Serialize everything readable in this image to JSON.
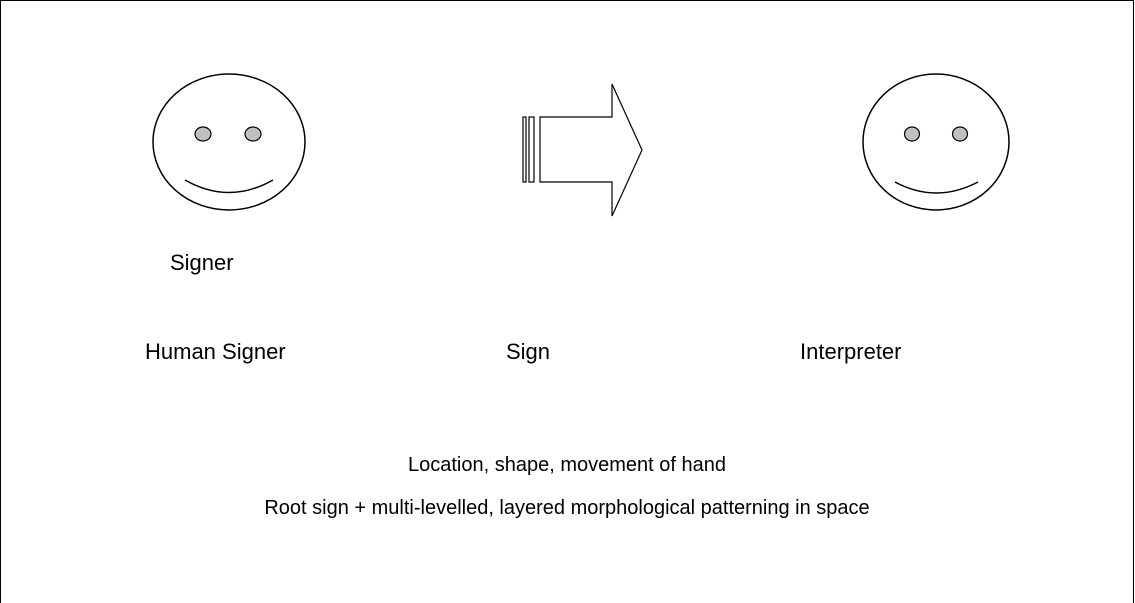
{
  "labels": {
    "signer": "Signer",
    "human_signer": "Human Signer",
    "sign": "Sign",
    "interpreter": "Interpreter"
  },
  "captions": {
    "line1": "Location, shape, movement of hand",
    "line2": "Root sign + multi-levelled, layered morphological patterning in space"
  },
  "colors": {
    "stroke": "#000000",
    "eye_fill": "#c0c0c0",
    "background": "#ffffff"
  },
  "icons": {
    "left_face": "smiley-face-icon",
    "arrow": "striped-right-arrow-icon",
    "right_face": "smiley-face-icon"
  }
}
